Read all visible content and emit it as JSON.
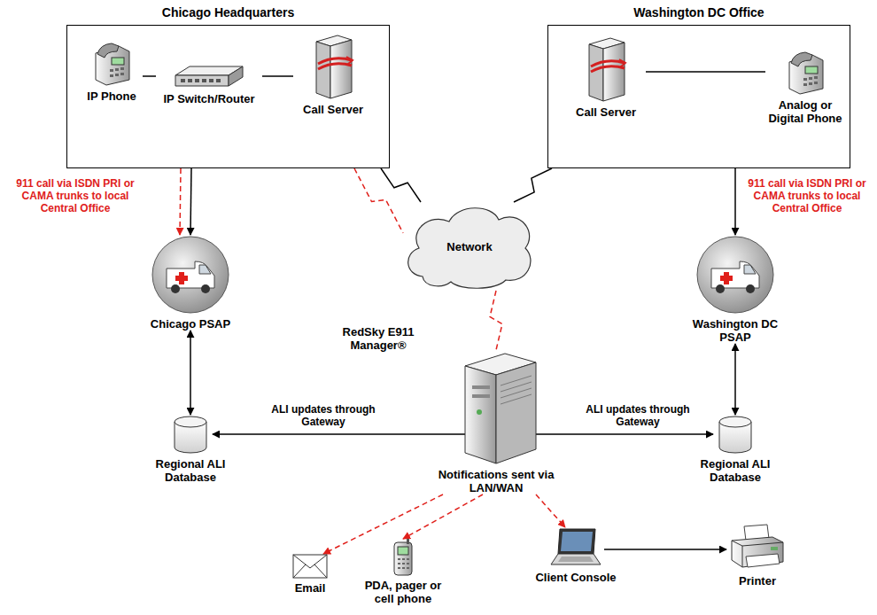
{
  "diagram": {
    "nodes": [
      {
        "text": [
          "Chicago Headquarters"
        ]
      },
      {
        "text": [
          "IP Phone"
        ],
        "in": 0
      },
      {
        "text": [
          "IP Switch/Router"
        ],
        "in": 0
      },
      {
        "text": [
          "Call Server"
        ],
        "in": 0
      },
      {
        "text": [
          "Washington DC Office"
        ]
      },
      {
        "text": [
          "Call Server"
        ],
        "in": 4
      },
      {
        "text": [
          "Analog or Digital Phone"
        ],
        "in": 4
      },
      {
        "text": [
          "Network"
        ]
      },
      {
        "text": [
          "RedSky E911 Manager®",
          "Notifications sent via LAN/WAN"
        ]
      },
      {
        "text": [
          "Chicago PSAP"
        ]
      },
      {
        "text": [
          "Washington DC PSAP"
        ]
      },
      {
        "text": [
          "Regional ALI Database"
        ]
      },
      {
        "text": [
          "Regional ALI Database"
        ]
      },
      {
        "text": [
          "Email"
        ]
      },
      {
        "text": [
          "PDA, pager or cell phone"
        ]
      },
      {
        "text": [
          "Client Console"
        ]
      },
      {
        "text": [
          "Printer"
        ]
      }
    ],
    "edges": [
      {
        "from": 1,
        "to": 2,
        "arrow": "none"
      },
      {
        "from": 2,
        "to": 3,
        "arrow": "none"
      },
      {
        "from": 6,
        "to": 5,
        "arrow": "none"
      },
      {
        "from": 0,
        "to": 7,
        "arrow": "none"
      },
      {
        "from": 0,
        "to": 7,
        "arrow": "none"
      },
      {
        "from": 4,
        "to": 7,
        "arrow": "none"
      },
      {
        "from": 7,
        "to": 8,
        "arrow": "none"
      },
      {
        "from": 0,
        "to": 9,
        "arrow": "to"
      },
      {
        "from": 0,
        "to": 9,
        "label": "911 call via ISDN PRI or CAMA trunks to local Central Office",
        "arrow": "to"
      },
      {
        "from": 4,
        "to": 10,
        "label": "911 call via ISDN PRI or CAMA trunks to local Central Office",
        "arrow": "to"
      },
      {
        "from": 9,
        "to": 11,
        "arrow": "both"
      },
      {
        "from": 10,
        "to": 12,
        "arrow": "both"
      },
      {
        "from": 8,
        "to": 11,
        "label": "ALI updates through Gateway",
        "arrow": "to"
      },
      {
        "from": 8,
        "to": 12,
        "label": "ALI updates through Gateway",
        "arrow": "to"
      },
      {
        "from": 8,
        "to": 13,
        "arrow": "to"
      },
      {
        "from": 8,
        "to": 14,
        "arrow": "to"
      },
      {
        "from": 8,
        "to": 15,
        "arrow": "to"
      },
      {
        "from": 15,
        "to": 16,
        "arrow": "to"
      }
    ]
  }
}
